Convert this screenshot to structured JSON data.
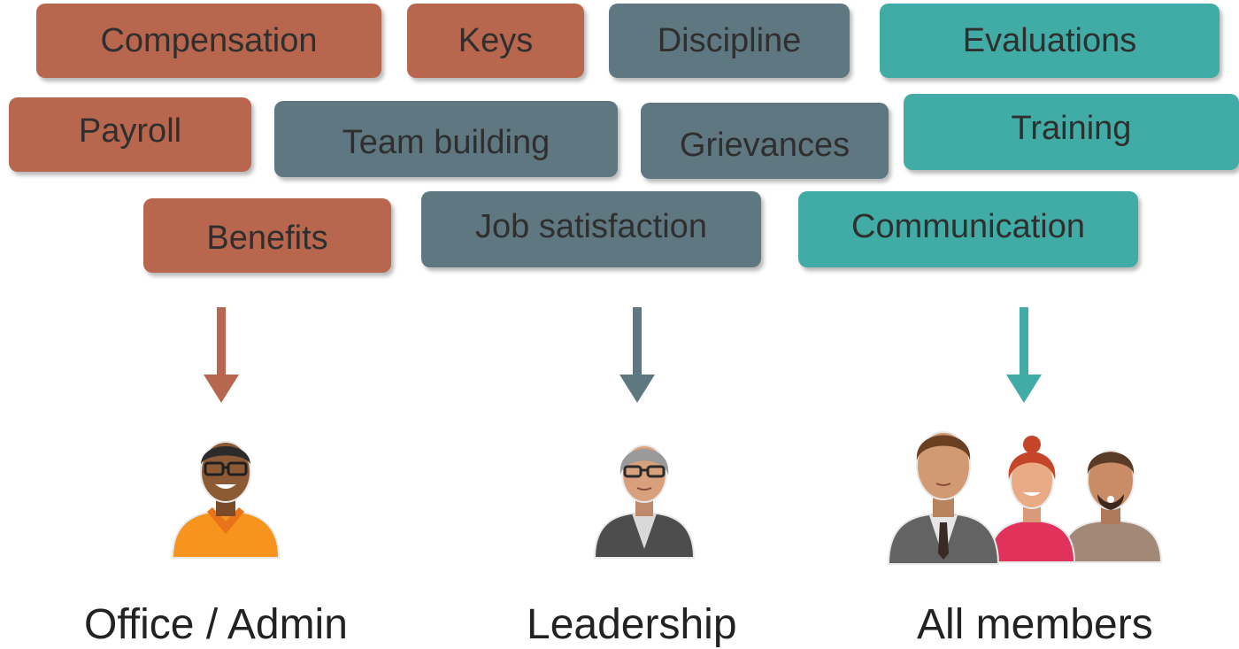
{
  "colors": {
    "admin": "#b8664e",
    "leadership": "#5f7780",
    "all_members": "#41aba5"
  },
  "topics": {
    "compensation": "Compensation",
    "keys": "Keys",
    "discipline": "Discipline",
    "evaluations": "Evaluations",
    "payroll": "Payroll",
    "team_building": "Team building",
    "grievances": "Grievances",
    "training": "Training",
    "benefits": "Benefits",
    "job_satisfaction": "Job satisfaction",
    "communication": "Communication"
  },
  "groups": {
    "admin": {
      "label": "Office / Admin",
      "icon": "admin-person-icon"
    },
    "leadership": {
      "label": "Leadership",
      "icon": "leader-person-icon"
    },
    "all_members": {
      "label": "All members",
      "icon": "group-people-icon"
    }
  }
}
